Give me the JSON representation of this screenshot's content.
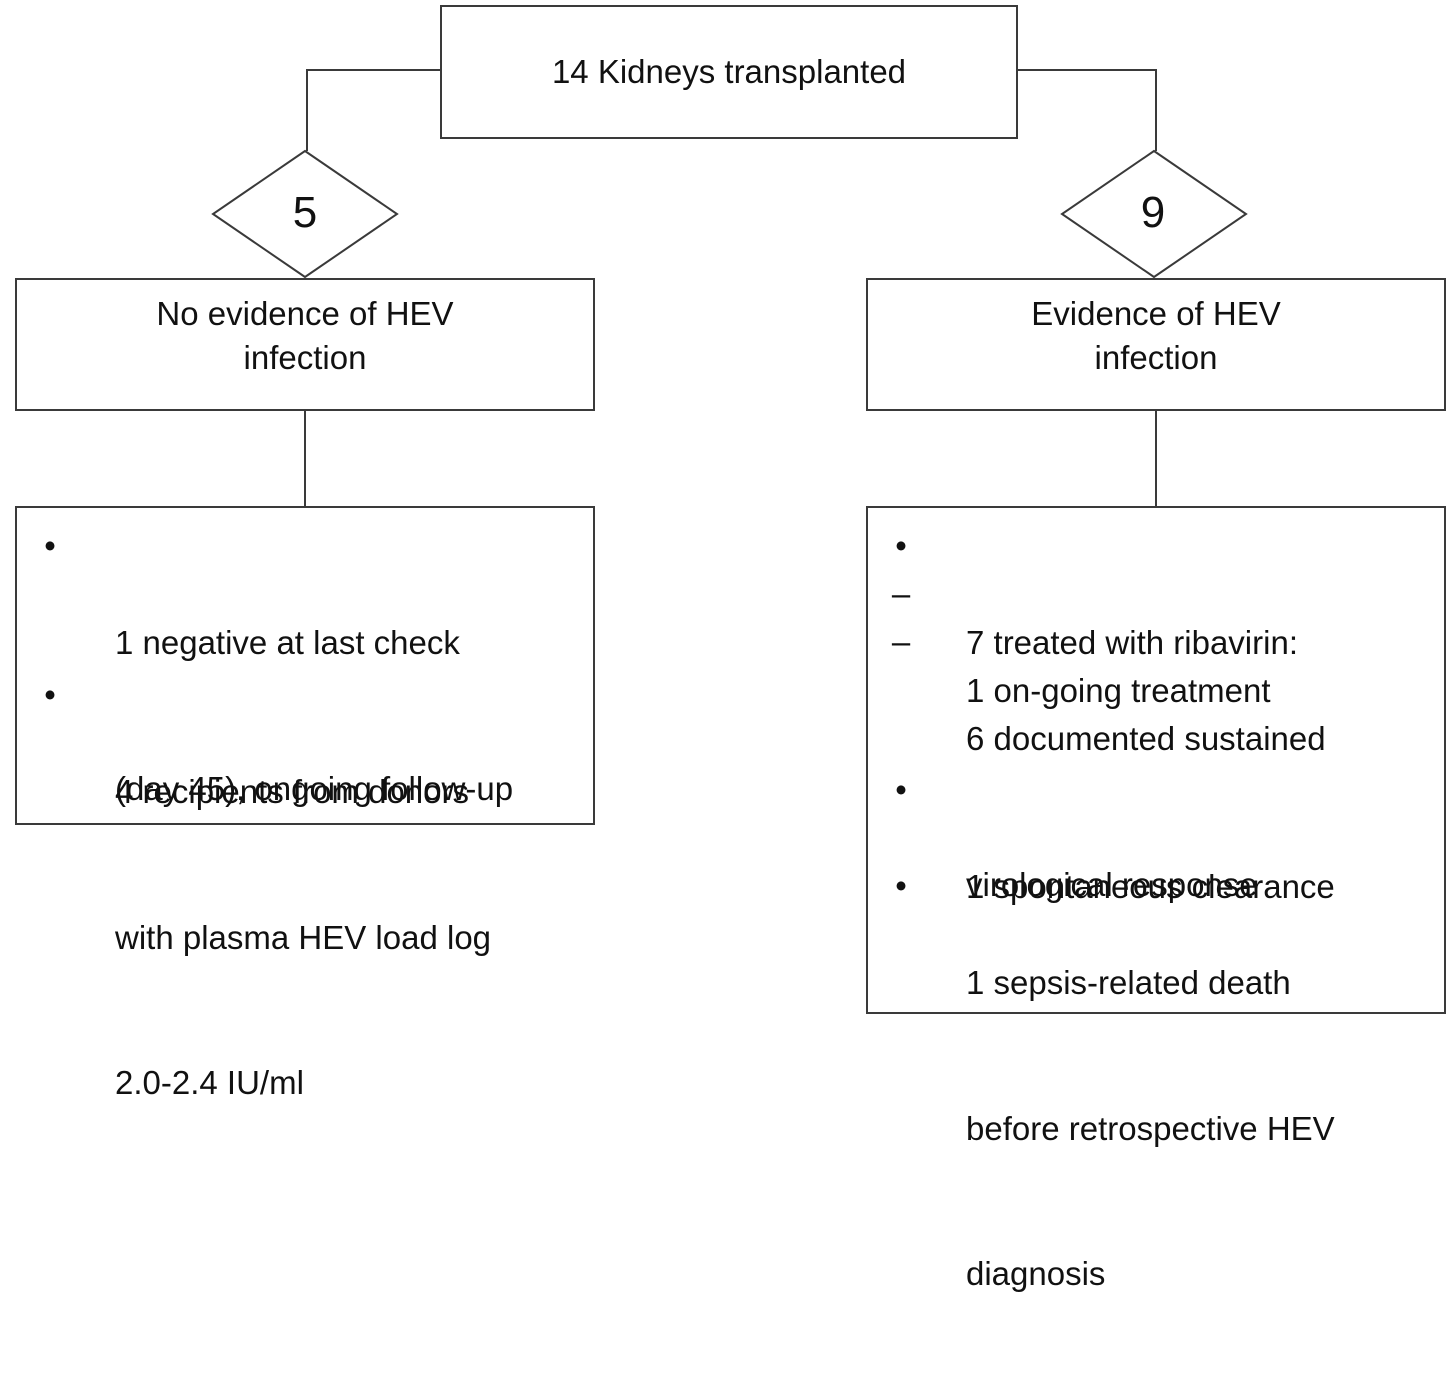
{
  "top": {
    "label": "14 Kidneys transplanted"
  },
  "left_branch": {
    "count": "5",
    "header_lines": [
      "No evidence of HEV",
      "infection"
    ],
    "items": [
      {
        "marker": "•",
        "lines": [
          "1 negative at last check",
          "(day 45), ongoing follow-up"
        ]
      },
      {
        "marker": "•",
        "lines": [
          "4 recipients from donors",
          "with plasma HEV load log",
          "2.0-2.4 IU/ml"
        ]
      }
    ]
  },
  "right_branch": {
    "count": "9",
    "header_lines": [
      "Evidence of HEV",
      "infection"
    ],
    "items": [
      {
        "marker": "•",
        "lines": [
          "7 treated with ribavirin:"
        ]
      },
      {
        "marker": "–",
        "lines": [
          "1 on-going treatment"
        ]
      },
      {
        "marker": "–",
        "lines": [
          "6 documented sustained",
          "virological response"
        ]
      },
      {
        "marker": "•",
        "lines": [
          "1 spontaneous clearance"
        ]
      },
      {
        "marker": "•",
        "lines": [
          "1 sepsis-related death",
          "before retrospective HEV",
          "diagnosis"
        ]
      }
    ]
  },
  "colors": {
    "line": "#3a3a3a",
    "text": "#111111",
    "background": "#ffffff"
  }
}
